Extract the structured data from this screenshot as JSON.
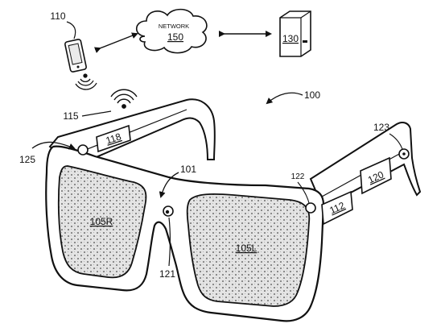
{
  "labels": {
    "device": "110",
    "network_word": "NETWORK",
    "network": "150",
    "server": "130",
    "system": "100",
    "antenna": "115",
    "left_module": "118",
    "frame_sensor_left": "125",
    "bridge": "101",
    "right_sensor_top": "123",
    "right_sensor": "122",
    "right_module_a": "112",
    "right_module_b": "120",
    "lens_right": "105R",
    "lens_left": "105L",
    "bridge_sensor": "121"
  }
}
